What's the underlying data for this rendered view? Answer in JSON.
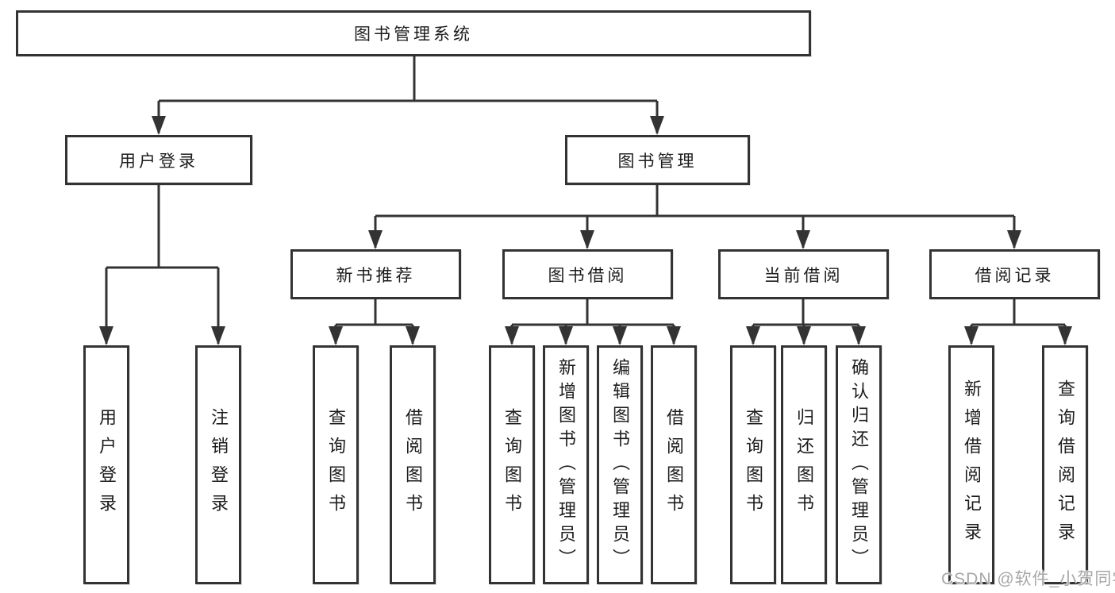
{
  "diagram": {
    "type": "hierarchy-tree",
    "colors": {
      "line": "#333333",
      "text": "#1c1c1c",
      "background": "#ffffff",
      "watermark": "#a7a7a7"
    },
    "root": {
      "label": "图书管理系统"
    },
    "branches": {
      "user_login": {
        "label": "用户登录",
        "children": [
          {
            "label": "用户登录"
          },
          {
            "label": "注销登录"
          }
        ]
      },
      "book_mgmt": {
        "label": "图书管理",
        "sections": [
          {
            "label": "新书推荐",
            "children": [
              {
                "label": "查询图书"
              },
              {
                "label": "借阅图书"
              }
            ]
          },
          {
            "label": "图书借阅",
            "children": [
              {
                "label": "查询图书"
              },
              {
                "label": "新增图书（管理员）"
              },
              {
                "label": "编辑图书（管理员）"
              },
              {
                "label": "借阅图书"
              }
            ]
          },
          {
            "label": "当前借阅",
            "children": [
              {
                "label": "查询图书"
              },
              {
                "label": "归还图书"
              },
              {
                "label": "确认归还（管理员）"
              }
            ]
          },
          {
            "label": "借阅记录",
            "children": [
              {
                "label": "新增借阅记录"
              },
              {
                "label": "查询借阅记录"
              }
            ]
          }
        ]
      }
    },
    "watermark": "CSDN @软件_小贺同学"
  }
}
